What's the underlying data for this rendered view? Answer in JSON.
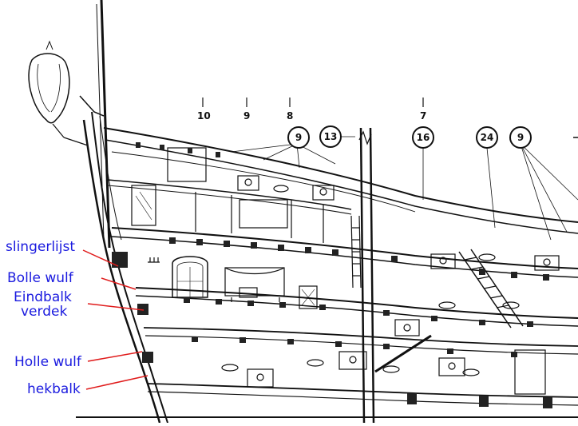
{
  "labels": {
    "slingerlijst": "slingerlijst",
    "bolle_wulf": "Bolle wulf",
    "eindbalk_line1": "Eindbalk",
    "eindbalk_line2": "verdek",
    "holle_wulf": "Holle wulf",
    "hekbalk": "hekbalk"
  },
  "frame_numbers": [
    "10",
    "9",
    "8",
    "7"
  ],
  "callouts": [
    "9",
    "13",
    "16",
    "24",
    "9"
  ],
  "colors": {
    "label": "#1a1adf",
    "leader": "#e01b1b",
    "ink": "#111111"
  }
}
